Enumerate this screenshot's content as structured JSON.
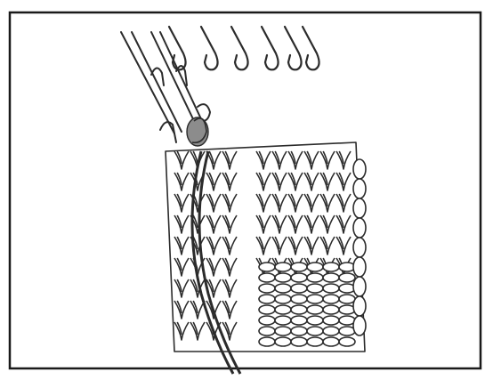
{
  "figure": {
    "kind": "knitting-machine-illustration",
    "colors": {
      "page": "#ffffff",
      "ink": "#2b2b2b",
      "frame": "#1a1a1a",
      "marker": "#8c8c8c"
    },
    "needles": {
      "latch_count": 2,
      "hook_count": 6,
      "icon": "latch-needle-icon"
    },
    "fabric": {
      "stockinette_stitch_rows": 9,
      "garter_stitch_rows": 8,
      "highlighted_loop_icon": "gray-loop-marker-icon"
    }
  }
}
